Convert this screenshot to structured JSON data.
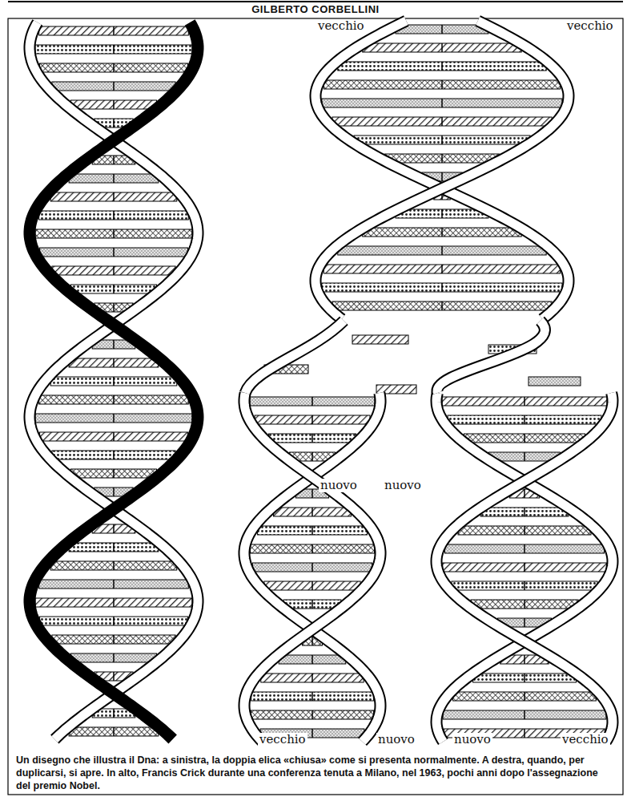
{
  "diagram": {
    "title": "GILBERTO CORBELLINI",
    "caption": "Un disegno che illustra il Dna: a sinistra, la doppia elica «chiusa» come si presenta normalmente. A destra, quando, per duplicarsi, si apre. In alto, Francis Crick durante una conferenza tenuta a Milano, nel 1963, pochi anni dopo l'assegnazione del premio Nobel.",
    "labels": [
      "vecchio",
      "vecchio",
      "nuovo",
      "nuovo",
      "vecchio",
      "nuovo",
      "nuovo",
      "vecchio"
    ]
  }
}
